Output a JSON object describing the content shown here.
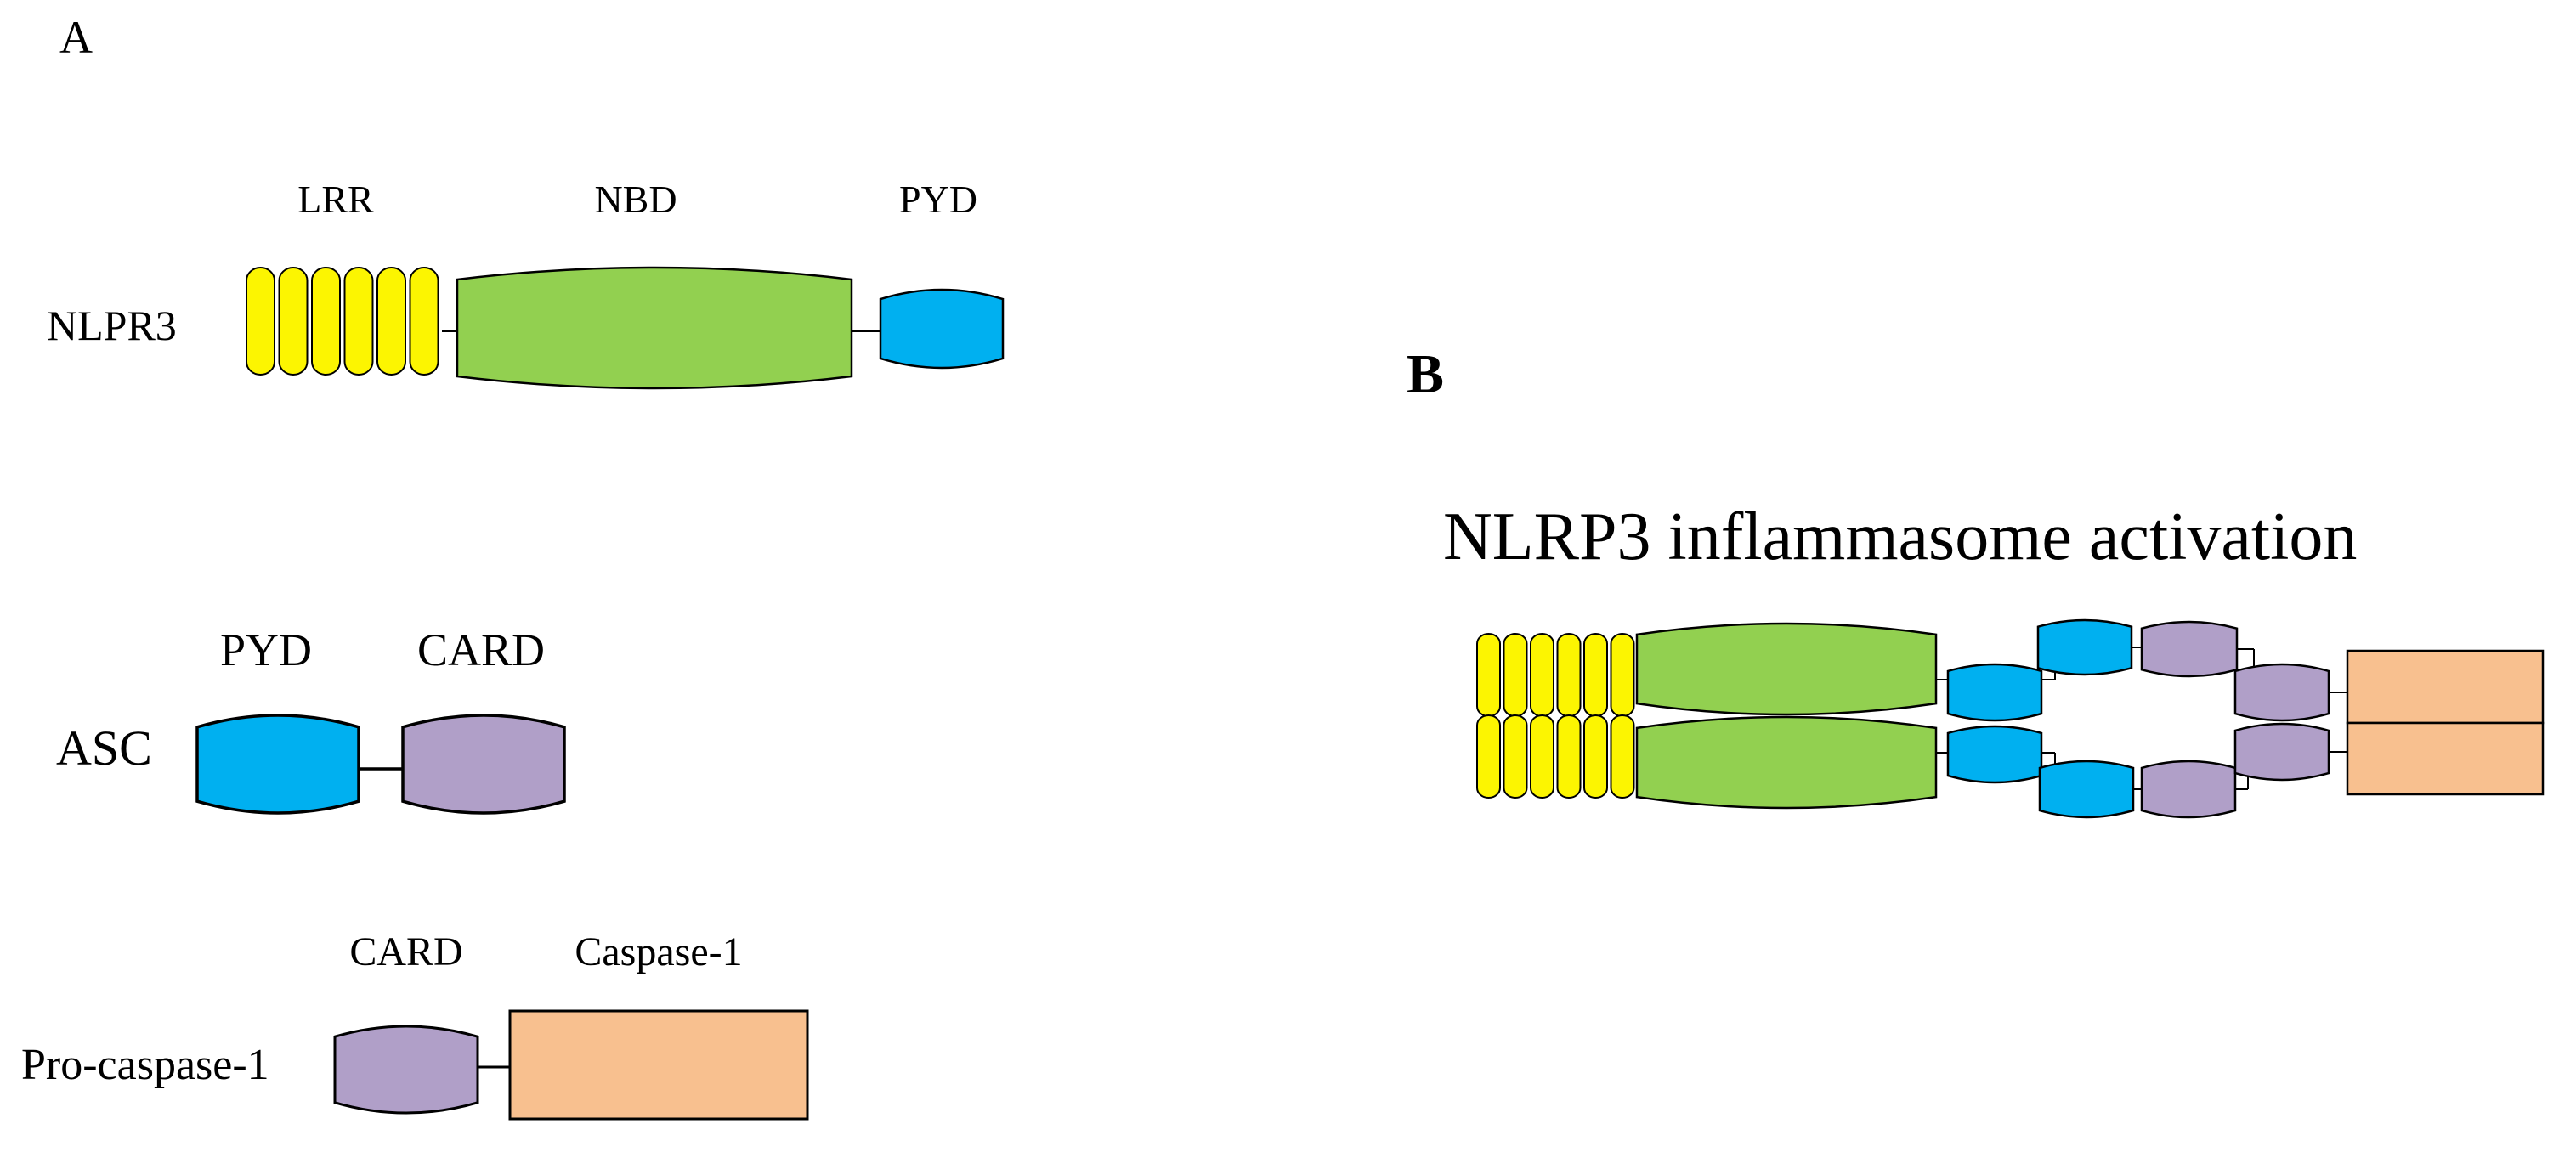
{
  "panel_a": {
    "label": "A",
    "nlrp3": {
      "name": "NLPR3",
      "lrr_label": "LRR",
      "nbd_label": "NBD",
      "pyd_label": "PYD"
    },
    "asc": {
      "name": "ASC",
      "pyd_label": "PYD",
      "card_label": "CARD"
    },
    "procaspase": {
      "name": "Pro-caspase-1",
      "card_label": "CARD",
      "caspase_label": "Caspase-1"
    }
  },
  "panel_b": {
    "label": "B",
    "title": "NLRP3 inflammasome activation"
  },
  "colors": {
    "lrr": "#fcf501",
    "nbd": "#92d050",
    "pyd": "#00b0f0",
    "card": "#b09fc8",
    "caspase": "#f8c08f",
    "outline": "#000000"
  }
}
